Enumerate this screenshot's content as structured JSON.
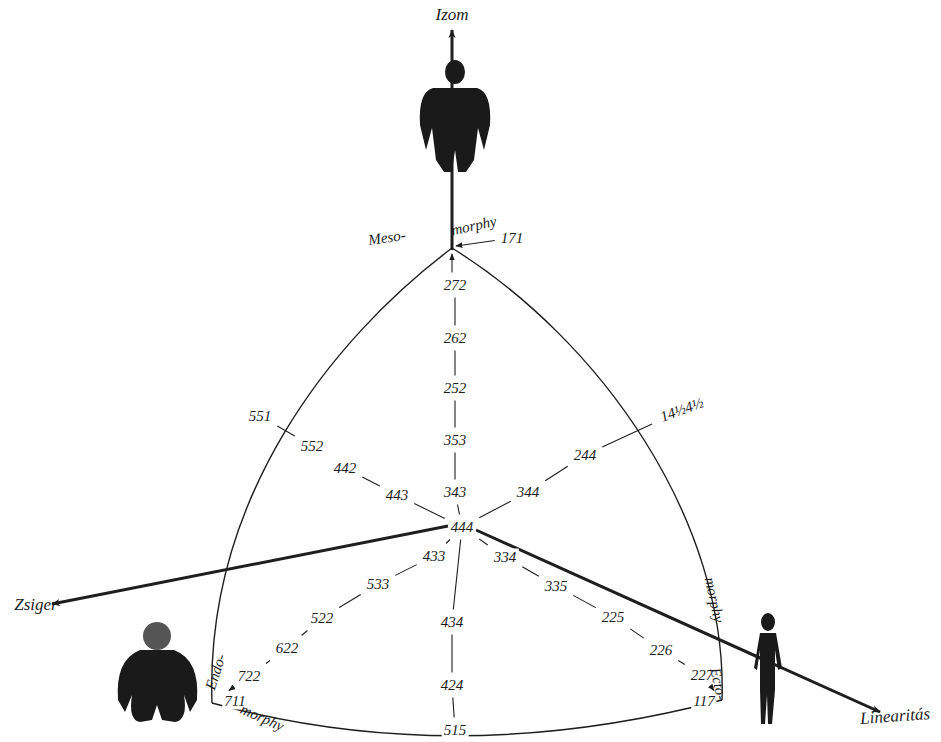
{
  "diagram": {
    "labels": [
      "Izom",
      "Meso-",
      "morphy",
      "171",
      "272",
      "262",
      "252",
      "353",
      "343",
      "444",
      "434",
      "424",
      "515",
      "551",
      "552",
      "442",
      "443",
      "14½4½",
      "244",
      "344",
      "433",
      "533",
      "522",
      "622",
      "722",
      "711",
      "Endo-",
      "morphy",
      "334",
      "335",
      "225",
      "226",
      "227",
      "117",
      "Ecto-",
      "morphy",
      "Zsiger",
      "Linearitás"
    ]
  }
}
